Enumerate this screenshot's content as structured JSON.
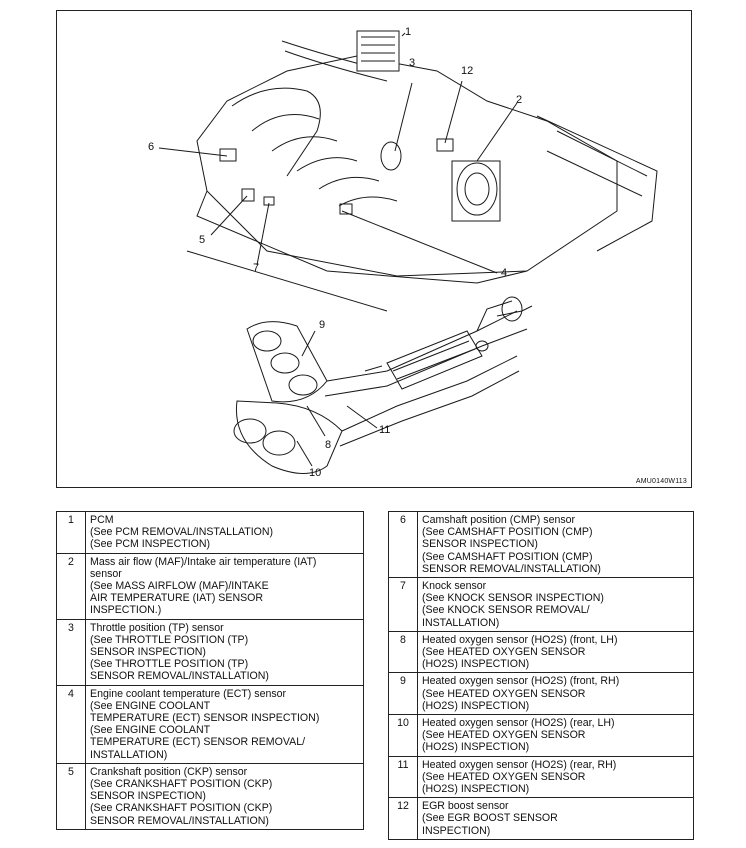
{
  "figure": {
    "code": "AMU0140W113",
    "callouts": [
      "1",
      "2",
      "3",
      "4",
      "5",
      "6",
      "7",
      "8",
      "9",
      "10",
      "11",
      "12"
    ]
  },
  "legend": {
    "left": [
      {
        "num": "1",
        "desc": "PCM\n(See PCM REMOVAL/INSTALLATION)\n(See PCM INSPECTION)"
      },
      {
        "num": "2",
        "desc": "Mass air flow (MAF)/Intake air temperature (IAT)\nsensor\n(See MASS AIRFLOW (MAF)/INTAKE\nAIR TEMPERATURE (IAT) SENSOR\nINSPECTION.)"
      },
      {
        "num": "3",
        "desc": "Throttle position (TP) sensor\n(See THROTTLE POSITION (TP)\nSENSOR INSPECTION)\n(See THROTTLE POSITION (TP)\nSENSOR REMOVAL/INSTALLATION)"
      },
      {
        "num": "4",
        "desc": "Engine coolant temperature (ECT) sensor\n(See ENGINE COOLANT\nTEMPERATURE (ECT) SENSOR INSPECTION)\n(See ENGINE COOLANT\nTEMPERATURE (ECT) SENSOR REMOVAL/\nINSTALLATION)"
      },
      {
        "num": "5",
        "desc": "Crankshaft position (CKP) sensor\n(See CRANKSHAFT POSITION (CKP)\nSENSOR INSPECTION)\n(See CRANKSHAFT POSITION (CKP)\nSENSOR REMOVAL/INSTALLATION)"
      }
    ],
    "right": [
      {
        "num": "6",
        "desc": "Camshaft position (CMP) sensor\n(See CAMSHAFT POSITION (CMP)\nSENSOR INSPECTION)\n(See CAMSHAFT POSITION (CMP)\nSENSOR REMOVAL/INSTALLATION)"
      },
      {
        "num": "7",
        "desc": "Knock sensor\n(See KNOCK SENSOR INSPECTION)\n(See KNOCK SENSOR REMOVAL/\nINSTALLATION)"
      },
      {
        "num": "8",
        "desc": "Heated oxygen sensor (HO2S) (front, LH)\n(See HEATED OXYGEN SENSOR\n(HO2S) INSPECTION)"
      },
      {
        "num": "9",
        "desc": "Heated oxygen sensor (HO2S) (front, RH)\n(See HEATED OXYGEN SENSOR\n(HO2S) INSPECTION)"
      },
      {
        "num": "10",
        "desc": "Heated oxygen sensor (HO2S) (rear, LH)\n(See HEATED OXYGEN SENSOR\n(HO2S) INSPECTION)"
      },
      {
        "num": "11",
        "desc": "Heated oxygen sensor (HO2S) (rear, RH)\n(See HEATED OXYGEN SENSOR\n(HO2S) INSPECTION)"
      },
      {
        "num": "12",
        "desc": "EGR boost sensor\n(See EGR BOOST SENSOR\nINSPECTION)"
      }
    ]
  }
}
